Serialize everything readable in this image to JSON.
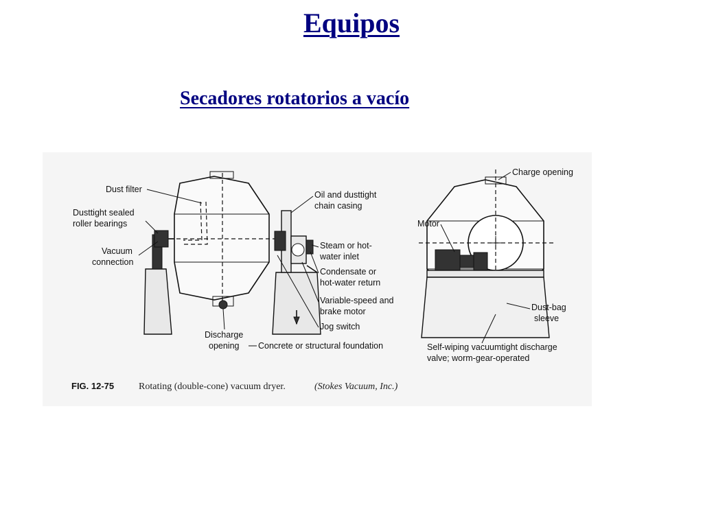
{
  "slide": {
    "title": "Equipos",
    "subtitle": "Secadores rotatorios a vacío"
  },
  "figure": {
    "caption_number": "FIG. 12-75",
    "caption_text": "Rotating (double-cone) vacuum dryer.",
    "caption_source": "(Stokes Vacuum, Inc.)",
    "labels": {
      "dust_filter": "Dust filter",
      "bearings_1": "Dusttight sealed",
      "bearings_2": "roller bearings",
      "vacuum_1": "Vacuum",
      "vacuum_2": "connection",
      "discharge_1": "Discharge",
      "discharge_2": "opening",
      "chain_1": "Oil and dusttight",
      "chain_2": "chain casing",
      "steam_1": "Steam or hot-",
      "steam_2": "water inlet",
      "condensate_1": "Condensate or",
      "condensate_2": "hot-water return",
      "motor_1": "Variable-speed and",
      "motor_2": "brake motor",
      "jog": "Jog switch",
      "foundation": "Concrete or structural foundation",
      "charge": "Charge opening",
      "motor": "Motor",
      "dustbag_1": "Dust-bag",
      "dustbag_2": "sleeve",
      "valve_1": "Self-wiping vacuumtight discharge",
      "valve_2": "valve; worm-gear-operated"
    }
  }
}
